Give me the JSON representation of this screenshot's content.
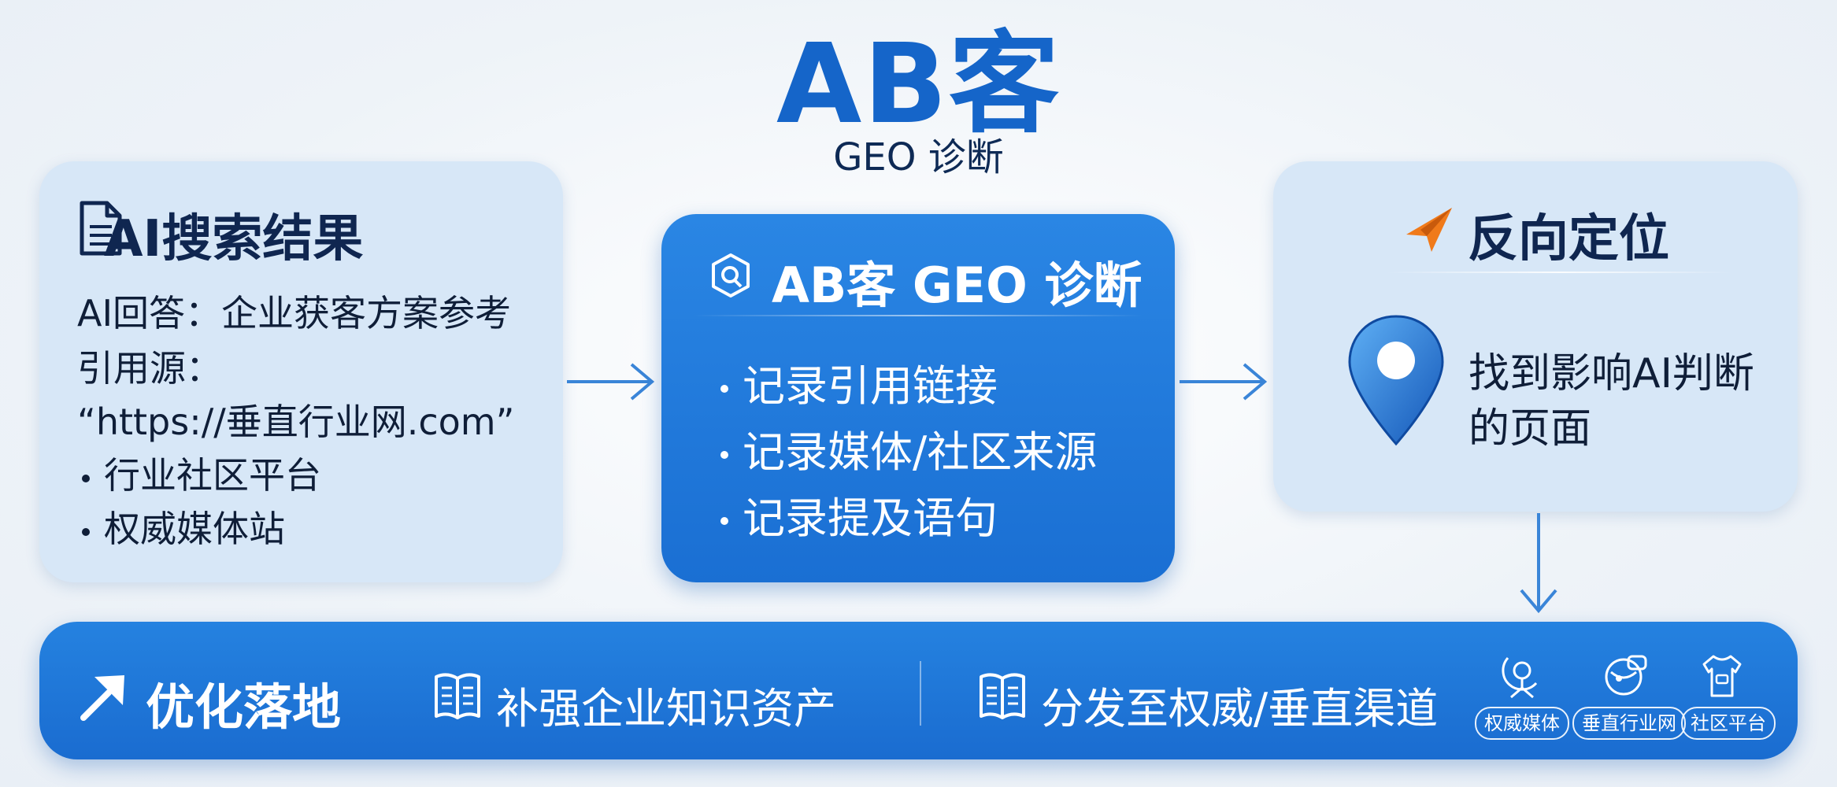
{
  "header": {
    "logo_text": "AB客",
    "subtitle": "GEO 诊断"
  },
  "ai_results_card": {
    "title": "AI搜索结果",
    "lines": [
      "AI回答：企业获客方案参考",
      "引用源：",
      "“https://垂直行业网.com”"
    ],
    "bullets": [
      "行业社区平台",
      "权威媒体站"
    ]
  },
  "geo_card": {
    "title": "AB客 GEO 诊断",
    "items": [
      "记录引用链接",
      "记录媒体/社区来源",
      "记录提及语句"
    ]
  },
  "locate_card": {
    "title": "反向定位",
    "text": "找到影响AI判断的页面"
  },
  "bottom_bar": {
    "title": "优化落地",
    "items": [
      "补强企业知识资产",
      "分发至权威/垂直渠道"
    ],
    "channels": [
      "权威媒体",
      "垂直行业网",
      "社区平台"
    ]
  },
  "colors": {
    "brand_blue": "#1565c9",
    "card_light": "#d7e7f7",
    "card_blue": "#1f78da",
    "accent_orange": "#f07a1a",
    "text_dark": "#0f2650"
  },
  "icons": {
    "ai_results": "document-icon",
    "geo": "hexagon-search-icon",
    "locate": "paper-plane-icon",
    "pin": "location-pin-icon",
    "optimize": "arrow-icon",
    "book": "book-icon",
    "media": "satellite-dish-icon",
    "vertical": "globe-chat-icon",
    "community": "shirt-icon"
  }
}
